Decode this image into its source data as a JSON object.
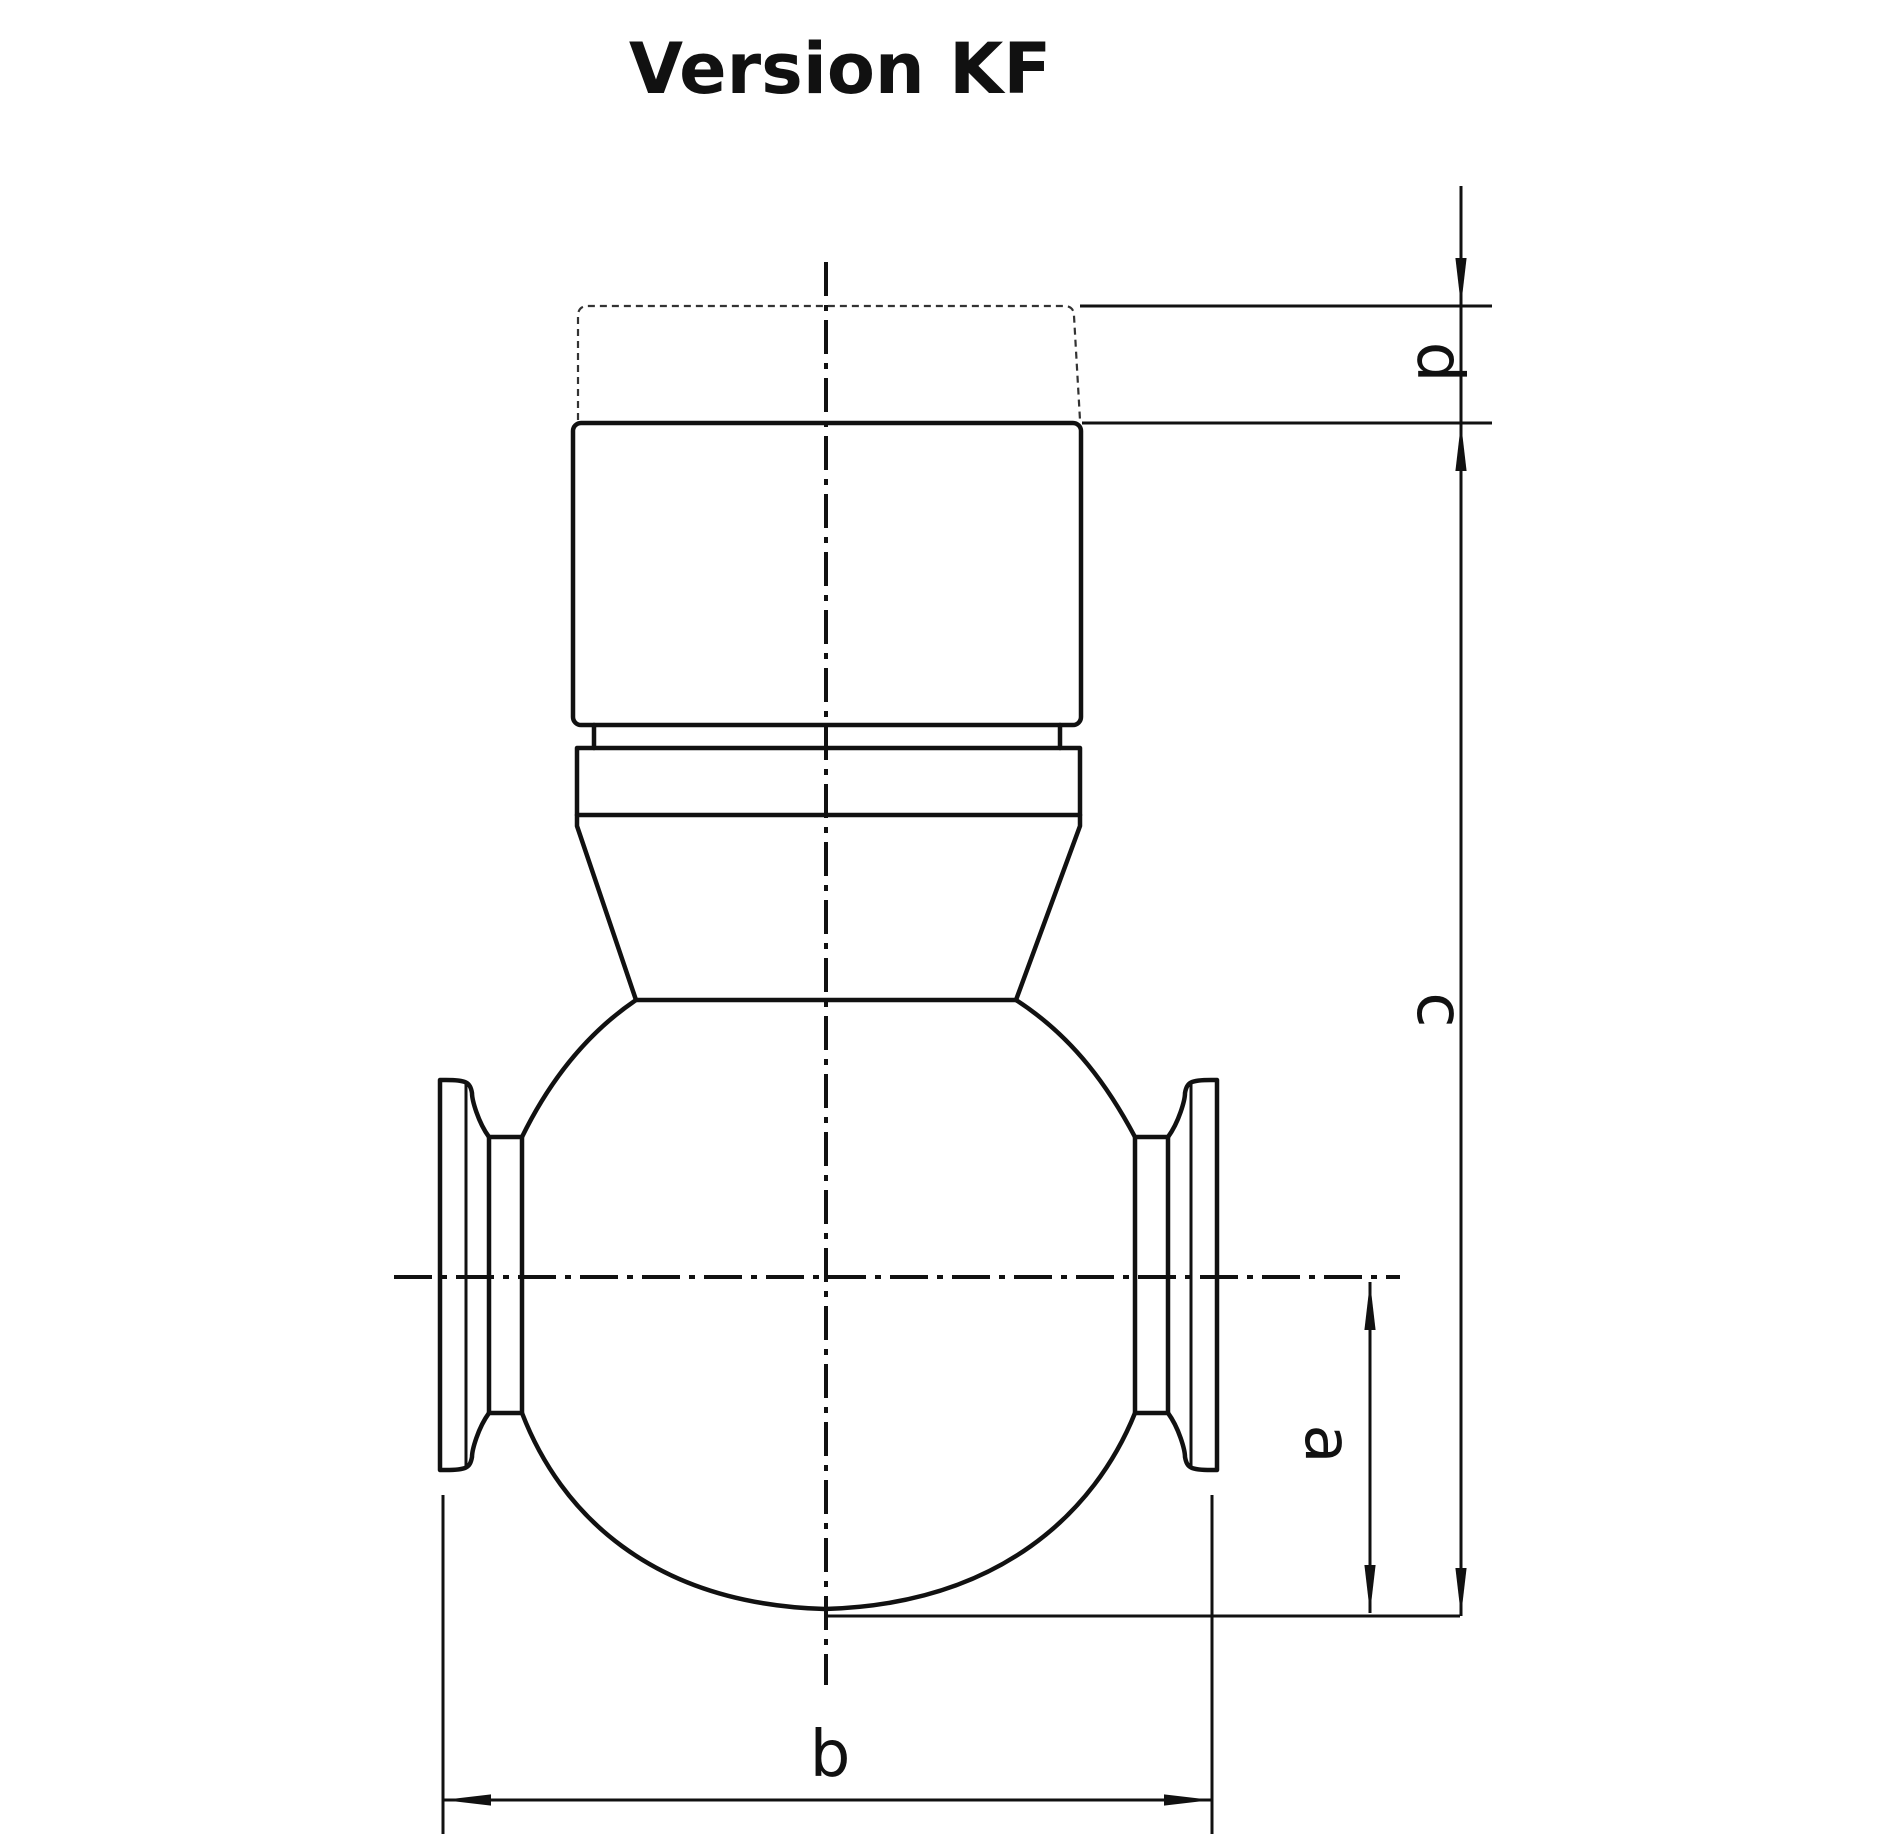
{
  "title": "Version KF",
  "dimensions": {
    "a": "a",
    "b": "b",
    "c": "c",
    "d": "d"
  },
  "colors": {
    "line": "#111111",
    "background": "#ffffff"
  }
}
